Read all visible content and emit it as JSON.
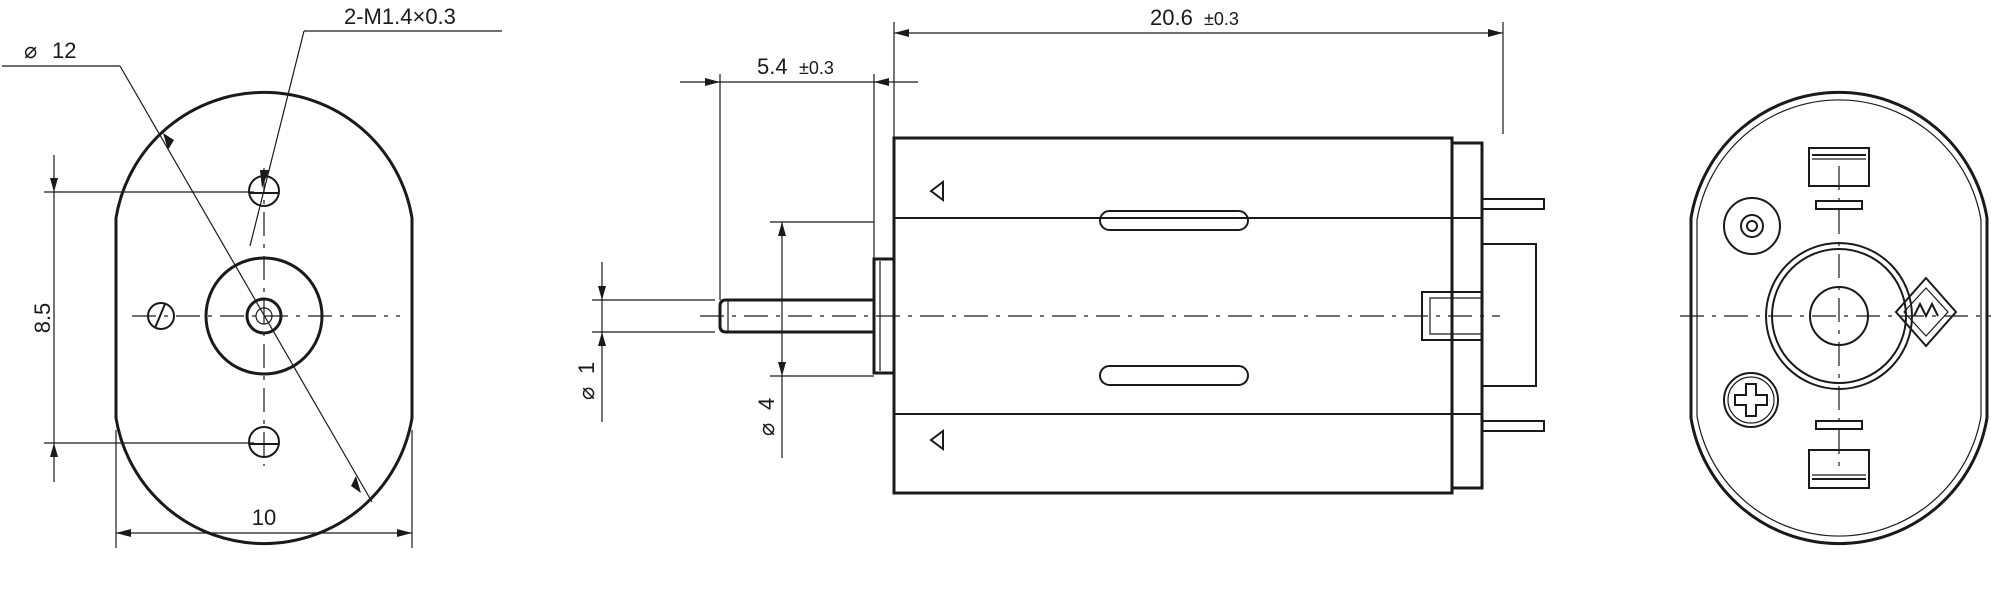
{
  "dimensions": {
    "thread": "2-M1.4×0.3",
    "diameter_outer": "12",
    "height_holes": "8.5",
    "width": "10",
    "shaft_length": "5.4",
    "shaft_length_tol": "±0.3",
    "body_length": "20.6",
    "body_length_tol": "±0.3",
    "shaft_diameter": "1",
    "boss_diameter": "4"
  },
  "symbols": {
    "diameter": "⌀"
  }
}
